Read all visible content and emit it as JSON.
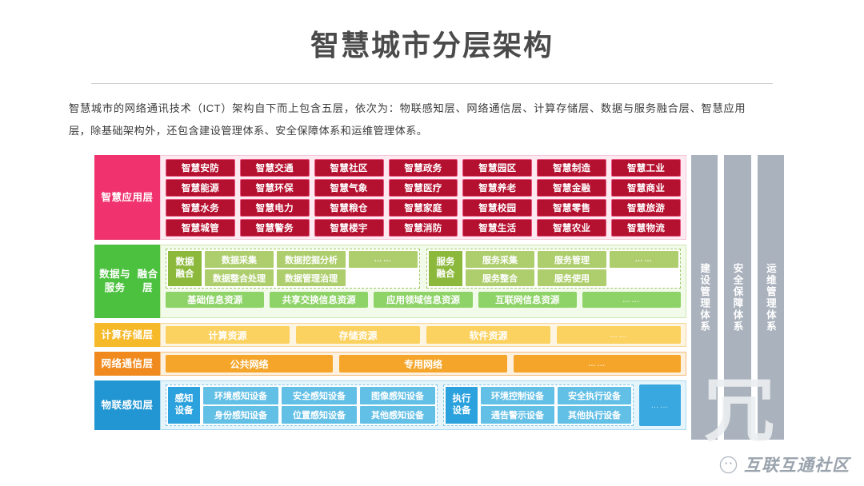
{
  "header": {
    "title": "智慧城市分层架构",
    "intro": "智慧城市的网络通讯技术（ICT）架构自下而上包含五层，依次为：物联感知层、网络通信层、计算存储层、数据与服务融合层、智慧应用层，除基础架构外，还包含建设管理体系、安全保障体系和运维管理体系。"
  },
  "colors": {
    "application": "#f0336e",
    "application_chip": "#b4102f",
    "data_service": "#4cc13f",
    "fusion_tag": "#8cb93c",
    "fusion_chip": "#aece6e",
    "resource_chip": "#8ed368",
    "compute": "#f5b929",
    "compute_chip": "#fbd15f",
    "network": "#f08a1e",
    "network_chip": "#f5a62a",
    "iot": "#2196d3",
    "iot_tag": "#2ba2dd",
    "iot_chip": "#62bfe6",
    "pillar": "#aab2bd",
    "title_text": "#4a4a4a"
  },
  "layers": {
    "application": {
      "label": "智慧应用层",
      "items": [
        "智慧安防",
        "智慧交通",
        "智慧社区",
        "智慧政务",
        "智慧园区",
        "智慧制造",
        "智慧工业",
        "智慧能源",
        "智慧环保",
        "智慧气象",
        "智慧医疗",
        "智慧养老",
        "智慧金融",
        "智慧商业",
        "智慧水务",
        "智慧电力",
        "智慧粮仓",
        "智慧家庭",
        "智慧校园",
        "智慧零售",
        "智慧旅游",
        "智慧城管",
        "智慧警务",
        "智慧楼宇",
        "智慧消防",
        "智慧生活",
        "智慧农业",
        "智慧物流"
      ]
    },
    "data_service": {
      "label": "数据与服务\n融合层",
      "label_line1": "数据与服务",
      "label_line2": "融合层",
      "groups": [
        {
          "tag_line1": "数据",
          "tag_line2": "融合",
          "items": [
            "数据采集",
            "数据挖掘分析",
            "……",
            "数据整合处理",
            "数据管理治理",
            ""
          ]
        },
        {
          "tag_line1": "服务",
          "tag_line2": "融合",
          "items": [
            "服务采集",
            "服务管理",
            "……",
            "服务整合",
            "服务使用",
            ""
          ]
        }
      ],
      "resources": [
        "基础信息资源",
        "共享交换信息资源",
        "应用领域信息资源",
        "互联网信息资源",
        "……"
      ]
    },
    "compute": {
      "label": "计算存储层",
      "items": [
        "计算资源",
        "存储资源",
        "软件资源",
        "……"
      ]
    },
    "network": {
      "label": "网络通信层",
      "items": [
        "公共网络",
        "专用网络",
        "……"
      ]
    },
    "iot": {
      "label": "物联感知层",
      "groups": [
        {
          "tag_line1": "感知",
          "tag_line2": "设备",
          "items": [
            "环境感知设备",
            "安全感知设备",
            "图像感知设备",
            "身份感知设备",
            "位置感知设备",
            "其他感知设备"
          ]
        },
        {
          "tag_line1": "执行",
          "tag_line2": "设备",
          "items": [
            "环境控制设备",
            "安全执行设备",
            "通告警示设备",
            "其他执行设备"
          ]
        }
      ],
      "tail": "……"
    }
  },
  "pillars": [
    {
      "label": "建设管理体系"
    },
    {
      "label": "安全保障体系"
    },
    {
      "label": "运维管理体系"
    }
  ],
  "watermark": {
    "brand": "互联互通社区",
    "icon": "wechat-icon"
  }
}
